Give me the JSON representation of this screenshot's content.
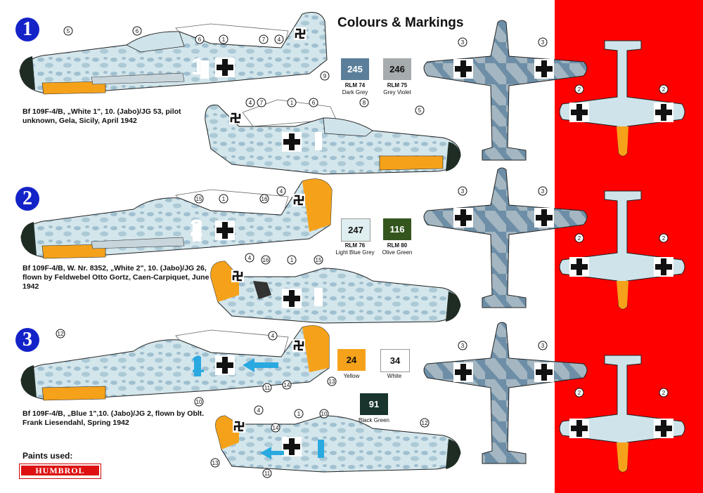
{
  "title": "Colours & Markings",
  "schemes": [
    {
      "number": "1",
      "caption": [
        "Bf 109F-4/B, „White 1\", 10. (Jabo)/JG 53, pilot",
        "unknown, Gela, Sicily, April 1942"
      ],
      "fuselage_code": "1",
      "code_color": "#ffffff"
    },
    {
      "number": "2",
      "caption": [
        "Bf 109F-4/B, W. Nr. 8352, „White 2\", 10. (Jabo)/JG 26,",
        "flown by Feldwebel Otto Gortz, Caen-Carpiquet, June",
        "1942"
      ],
      "fuselage_code": "2",
      "code_color": "#ffffff"
    },
    {
      "number": "3",
      "caption": [
        "Bf 109F-4/B, „Blue 1\",10. (Jabo)/JG 2, flown by Oblt.",
        "Frank Liesendahl, Spring 1942"
      ],
      "fuselage_code": "1",
      "code_color": "#2aa9e0"
    }
  ],
  "swatches": [
    {
      "number": "245",
      "name": "RLM 74",
      "desc": "Dark Grey",
      "color": "#5b7f9a"
    },
    {
      "number": "246",
      "name": "RLM 75",
      "desc": "Grey Violet",
      "color": "#a6abae"
    },
    {
      "number": "247",
      "name": "RLM 76",
      "desc": "Light Blue Grey",
      "color": "#dfeef0"
    },
    {
      "number": "116",
      "name": "RLM 80",
      "desc": "Olive Green",
      "color": "#34561d"
    },
    {
      "number": "24",
      "name": "",
      "desc": "Yellow",
      "color": "#f5a21a"
    },
    {
      "number": "34",
      "name": "",
      "desc": "White",
      "color": "#ffffff"
    },
    {
      "number": "91",
      "name": "",
      "desc": "Black Green",
      "color": "#18342c"
    }
  ],
  "paints_used_label": "Paints used:",
  "paints_brand": "HUMBROL",
  "colors": {
    "accent_red": "#ff0000",
    "badge_blue": "#1423c8",
    "camo_light": "#cfe3ea",
    "camo_mid": "#8fb2c6",
    "camo_dark": "#4f6f88",
    "yellow": "#f5a21a"
  },
  "callouts": {
    "scheme1_top": [
      "5",
      "6",
      "6",
      "1",
      "7",
      "4",
      "9"
    ],
    "scheme1_bottom": [
      "4",
      "7",
      "1",
      "6",
      "8",
      "5"
    ],
    "scheme2_top": [
      "15",
      "1",
      "16",
      "4"
    ],
    "scheme2_bottom": [
      "4",
      "16",
      "1",
      "15"
    ],
    "scheme3_top": [
      "12",
      "4",
      "14",
      "13",
      "11",
      "10"
    ],
    "scheme3_bottom": [
      "4",
      "14",
      "1",
      "10",
      "12",
      "13",
      "11"
    ],
    "upper_wing": [
      "3",
      "3"
    ],
    "lower_wing": [
      "2",
      "2"
    ]
  }
}
